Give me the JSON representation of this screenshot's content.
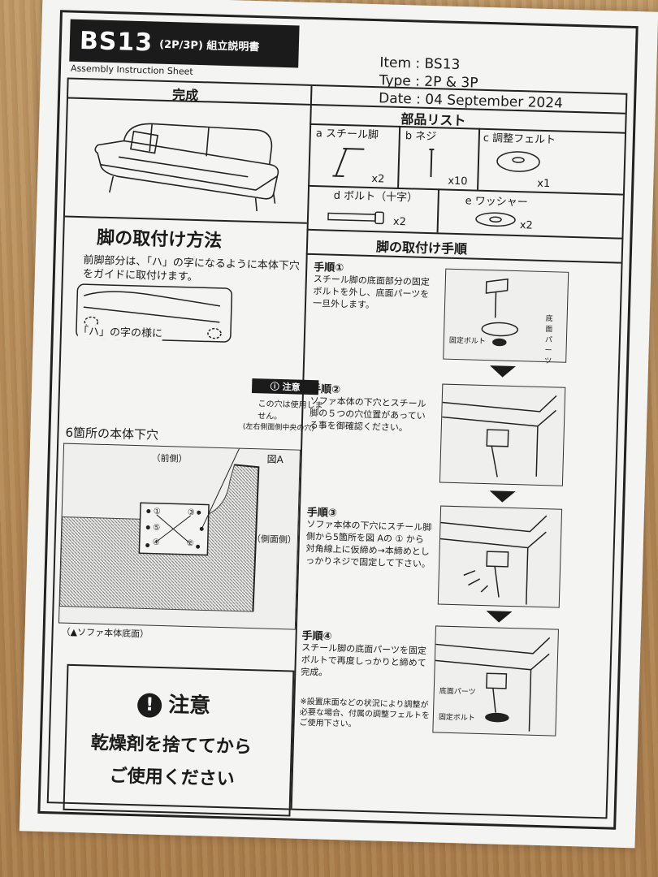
{
  "header": {
    "model": "BS13",
    "variant": "(2P/3P) 組立説明書",
    "subtitle": "Assembly Instruction Sheet",
    "item": "Item : BS13",
    "type": "Type : 2P & 3P",
    "date": "Date : 04 September 2024"
  },
  "completion": {
    "title": "完成"
  },
  "parts": {
    "title": "部品リスト",
    "items": [
      {
        "label": "a スチール脚",
        "qty": "x2"
      },
      {
        "label": "b ネジ",
        "qty": "x10"
      },
      {
        "label": "c 調整フェルト",
        "qty": "x1"
      },
      {
        "label": "d ボルト（十字）",
        "qty": "x2"
      },
      {
        "label": "e ワッシャー",
        "qty": "x2"
      }
    ]
  },
  "method": {
    "title": "脚の取付け方法",
    "text": "前脚部分は、「ハ」の字になるように本体下穴をガイドに取付けます。",
    "ha_label": "「ハ」の字の様に",
    "caution_label": "注意",
    "caution_text": "この穴は使用しません。",
    "caution_sub": "(左右側面側中央の穴)",
    "holes_title": "6箇所の本体下穴",
    "front": "（前側）",
    "side": "（側面側）",
    "figure": "図A",
    "bottom_caption": "（▲ソファ本体底面）",
    "hole_numbers": [
      "①",
      "②",
      "③",
      "④",
      "⑤"
    ]
  },
  "warning": {
    "title": "注意",
    "line1": "乾燥剤を捨ててから",
    "line2": "ご使用ください"
  },
  "steps": {
    "title": "脚の取付け手順",
    "items": [
      {
        "label": "手順①",
        "text": "スチール脚の底面部分の固定ボルトを外し、底面パーツを一旦外します。"
      },
      {
        "label": "手順②",
        "text": "ソファ本体の下穴とスチール脚の５つの穴位置があっている事を御確認ください。"
      },
      {
        "label": "手順③",
        "text": "ソファ本体の下穴にスチール脚側から5箇所を図 Aの ① から 対角線上に仮締め→本締めとしっかりネジで固定して下さい。"
      },
      {
        "label": "手順④",
        "text": "スチール脚の底面パーツを固定ボルトで再度しっかりと締めて完成。"
      }
    ],
    "fig1_bolt": "固定ボルト",
    "fig1_base": "底面パーツ",
    "fig4_base": "底面パーツ",
    "fig4_bolt": "固定ボルト",
    "footnote": "※設置床面などの状況により調整が必要な場合、付属の調整フェルトをご使用下さい。"
  }
}
